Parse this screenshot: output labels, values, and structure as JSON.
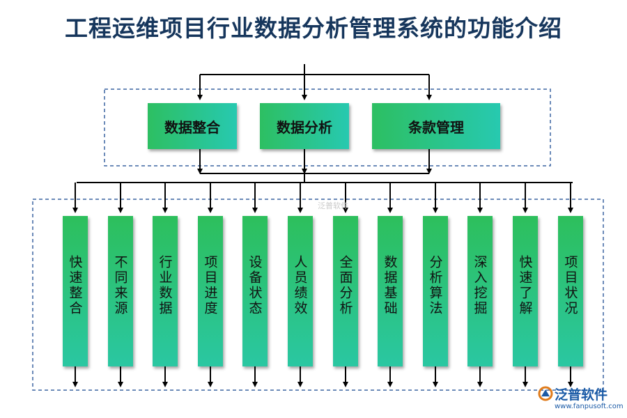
{
  "title": "工程运维项目行业数据分析管理系统的功能介绍",
  "top_boxes": [
    "数据整合",
    "数据分析",
    "条款管理"
  ],
  "columns": [
    "快速整合",
    "不同来源",
    "行业数据",
    "项目进度",
    "设备状态",
    "人员绩效",
    "全面分析",
    "数据基础",
    "分析算法",
    "深入挖掘",
    "快速了解",
    "项目状况"
  ],
  "watermark": "泛普软件",
  "logo": {
    "name": "泛普软件",
    "url": "www.fanpusoft.com"
  },
  "colors": {
    "title": "#16365c",
    "box_start": "#2dbf62",
    "box_end": "#27c9b0",
    "dashed_border": "#3a63a0",
    "line": "#000000"
  }
}
